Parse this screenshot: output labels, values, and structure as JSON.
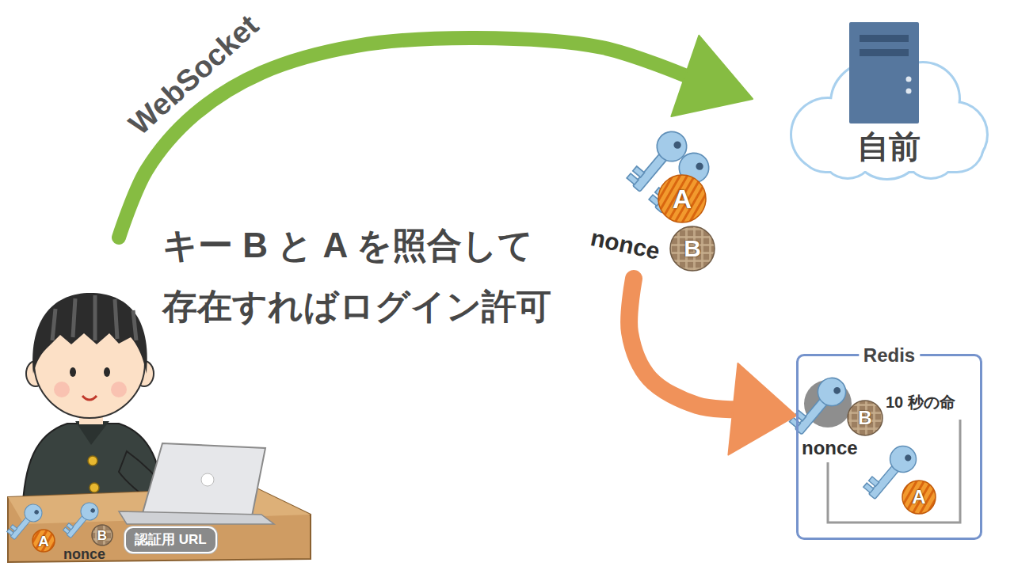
{
  "diagram": {
    "nodes": [
      {
        "text": [
          "認証用 URL"
        ]
      },
      {
        "text": [
          "A"
        ],
        "in": 0
      },
      {
        "text": [
          "B",
          "nonce"
        ],
        "in": 0
      },
      {
        "text": [
          "自前"
        ]
      },
      {
        "text": [
          "A"
        ]
      },
      {
        "text": [
          "B",
          "nonce"
        ]
      },
      {
        "text": [
          "Redis"
        ]
      },
      {
        "text": [
          "B",
          "nonce"
        ],
        "in": 6
      },
      {
        "text": [
          "A"
        ],
        "in": 6
      }
    ],
    "edges": [
      {
        "from": 0,
        "to": 3,
        "arrow": "to",
        "label": "WebSocket"
      },
      {
        "from": 5,
        "to": 6,
        "arrow": "to"
      }
    ],
    "labels": [
      "キー B と A を照合して",
      "存在すればログイン許可",
      "10 秒の命"
    ]
  }
}
